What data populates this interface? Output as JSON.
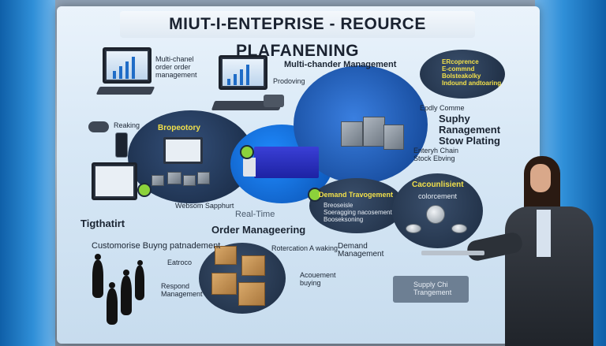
{
  "title": "MIUT-I-ENTEPRISE - REOURCE PLAFANENING",
  "labels": {
    "multi_channel_order": "Multi-chanel\norder order\nmanagement",
    "multi_chander_mgmt": "Multi-chander Management",
    "prodoving": "Prodoving",
    "reaking": "Reaking",
    "bropeotory": "Bropeotory",
    "websom": "Websom Sapphurt",
    "real_time": "Real-Time",
    "order_managering": "Order Manageering",
    "tigthatirt": "Tigthatirt",
    "customise": "Customorise Buyng patnadement",
    "eatroco": "Eatroco",
    "respond": "Respond\nManagement",
    "rotercation": "Rotercation A waking",
    "demand_mgmt": "Demand\nManagement",
    "acouement": "Acouement\nbuying",
    "ercoprence": "ERcoprence\nE-commnd\nBolsteakolky\nIndound andtoaring",
    "epdly": "Epdly Comme",
    "suphy": "Suphy\nRanagement\nStow Plating",
    "enteryh": "Enteryh Chain\nStock Ebving",
    "demand_travogement": "Demand Travogement",
    "breoseisle": "Breoseisle\nSoeragging nacosement\nBooseksoning",
    "cacounlisient": "Cacounlisient",
    "colorcement": "colorcement",
    "supply_chi": "Supply Chi\nTrangement"
  },
  "colors": {
    "screen_bg": "#d8e8f6",
    "navy_circle": "#1f3554",
    "blue_circle": "#1b63c4",
    "accent_yellow": "#f2e04a",
    "accent_green": "#8cd23b"
  }
}
